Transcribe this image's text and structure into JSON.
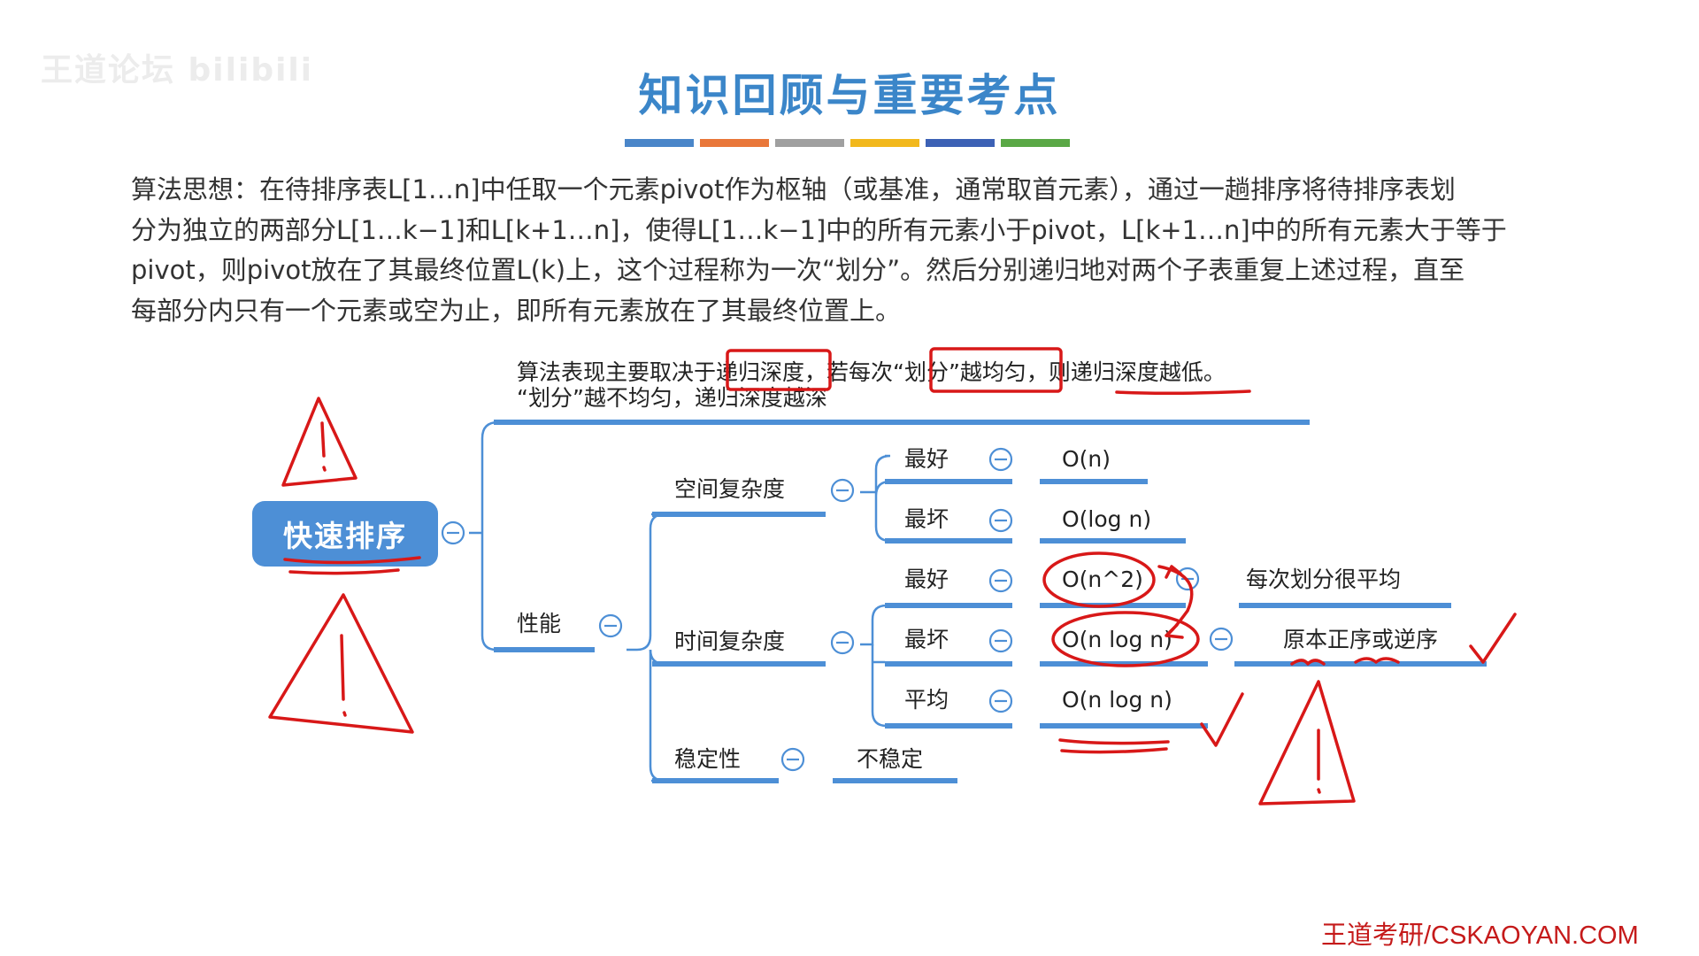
{
  "watermark": "王道论坛 bilibili",
  "title": "知识回顾与重要考点",
  "color_bar": [
    "#4a86c9",
    "#e9773a",
    "#a0a0a0",
    "#f2b81c",
    "#3c61b5",
    "#5aa846"
  ],
  "intro": {
    "lines": [
      "算法思想：在待排序表L[1…n]中任取一个元素pivot作为枢轴（或基准，通常取首元素），通过一趟排序将待排序表划",
      "分为独立的两部分L[1…k−1]和L[k+1…n]，使得L[1…k−1]中的所有元素小于pivot，L[k+1…n]中的所有元素大于等于",
      "pivot，则pivot放在了其最终位置L(k)上，这个过程称为一次“划分”。然后分别递归地对两个子表重复上述过程，直至",
      "每部分内只有一个元素或空为止，即所有元素放在了其最终位置上。"
    ]
  },
  "mindmap": {
    "root": "快速排序",
    "note_line1": "算法表现主要取决于递归深度，若每次“划分”越均匀，则递归深度越低。",
    "note_line2": "“划分”越不均匀，递归深度越深",
    "performance": "性能",
    "space": {
      "label": "空间复杂度",
      "best_label": "最好",
      "best_value": "O(n)",
      "worst_label": "最坏",
      "worst_value": "O(log n)"
    },
    "time": {
      "label": "时间复杂度",
      "best_label": "最好",
      "best_value": "O(n^2)",
      "best_note": "每次划分很平均",
      "worst_label": "最坏",
      "worst_value": "O(n log n)",
      "worst_note": "原本正序或逆序",
      "avg_label": "平均",
      "avg_value": "O(n log n)"
    },
    "stability": {
      "label": "稳定性",
      "value": "不稳定"
    }
  },
  "brand": "王道考研/CSKAOYAN.COM"
}
